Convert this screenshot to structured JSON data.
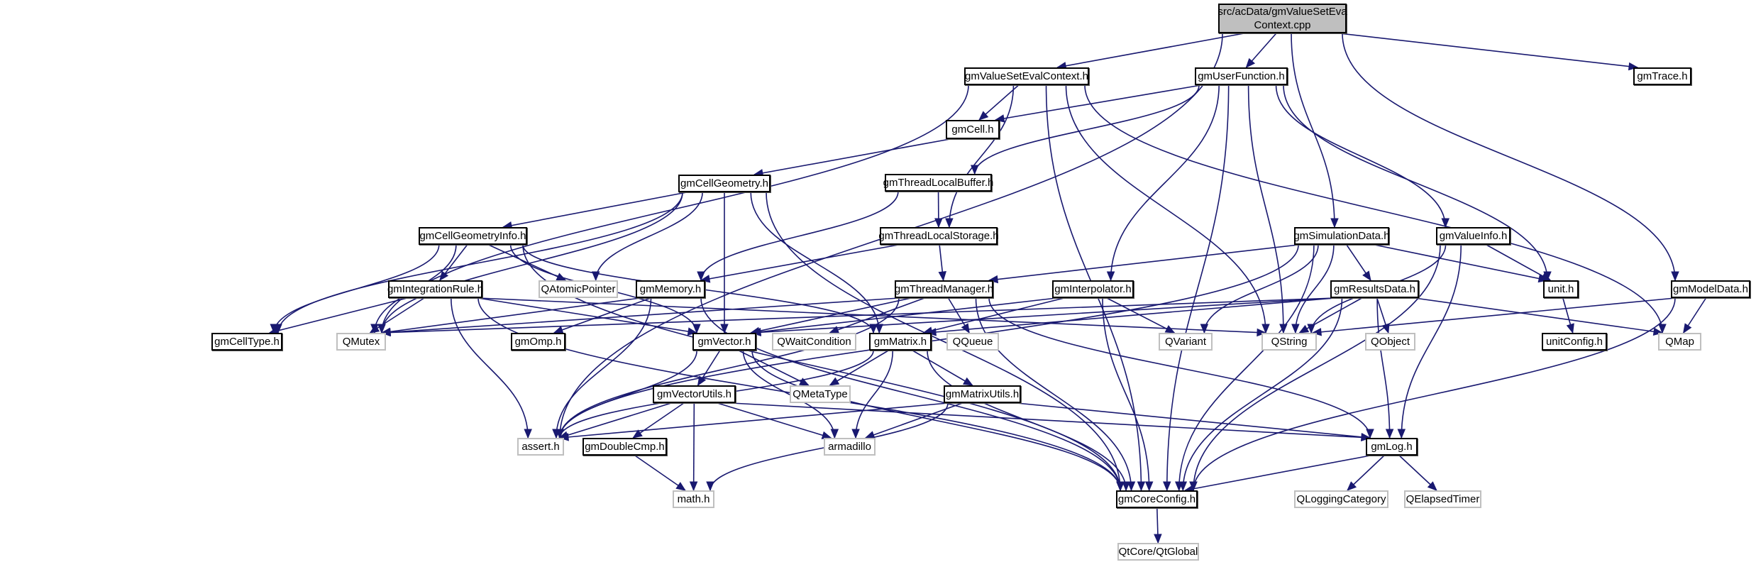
{
  "title": "src/acData/gmValueSetEvalContext.cpp include dependency graph",
  "colors": {
    "edge": "#191970",
    "root_fill": "#bfbfbf",
    "internal_border": "#000000",
    "external_border": "#bfbfbf"
  },
  "nodes": [
    {
      "id": "root",
      "label_line1": "src/acData/gmValueSetEva",
      "label_line2": "Context.cpp",
      "kind": "root"
    },
    {
      "id": "gmValueSetEvalContext",
      "label": "gmValueSetEvalContext.h",
      "kind": "internal"
    },
    {
      "id": "gmUserFunction",
      "label": "gmUserFunction.h",
      "kind": "internal"
    },
    {
      "id": "gmTrace",
      "label": "gmTrace.h",
      "kind": "internal"
    },
    {
      "id": "gmCell",
      "label": "gmCell.h",
      "kind": "internal"
    },
    {
      "id": "gmCellGeometry",
      "label": "gmCellGeometry.h",
      "kind": "internal"
    },
    {
      "id": "gmThreadLocalBuffer",
      "label": "gmThreadLocalBuffer.h",
      "kind": "internal"
    },
    {
      "id": "gmCellGeometryInfo",
      "label": "gmCellGeometryInfo.h",
      "kind": "internal"
    },
    {
      "id": "gmThreadLocalStorage",
      "label": "gmThreadLocalStorage.h",
      "kind": "internal"
    },
    {
      "id": "gmSimulationData",
      "label": "gmSimulationData.h",
      "kind": "internal"
    },
    {
      "id": "gmValueInfo",
      "label": "gmValueInfo.h",
      "kind": "internal"
    },
    {
      "id": "gmIntegrationRule",
      "label": "gmIntegrationRule.h",
      "kind": "internal"
    },
    {
      "id": "QAtomicPointer",
      "label": "QAtomicPointer",
      "kind": "external"
    },
    {
      "id": "gmMemory",
      "label": "gmMemory.h",
      "kind": "internal"
    },
    {
      "id": "gmThreadManager",
      "label": "gmThreadManager.h",
      "kind": "internal"
    },
    {
      "id": "gmInterpolator",
      "label": "gmInterpolator.h",
      "kind": "internal"
    },
    {
      "id": "gmResultsData",
      "label": "gmResultsData.h",
      "kind": "internal"
    },
    {
      "id": "unit",
      "label": "unit.h",
      "kind": "internal"
    },
    {
      "id": "gmModelData",
      "label": "gmModelData.h",
      "kind": "internal"
    },
    {
      "id": "gmCellType",
      "label": "gmCellType.h",
      "kind": "internal"
    },
    {
      "id": "QMutex",
      "label": "QMutex",
      "kind": "external"
    },
    {
      "id": "gmOmp",
      "label": "gmOmp.h",
      "kind": "internal"
    },
    {
      "id": "gmVector",
      "label": "gmVector.h",
      "kind": "internal"
    },
    {
      "id": "QWaitCondition",
      "label": "QWaitCondition",
      "kind": "external"
    },
    {
      "id": "gmMatrix",
      "label": "gmMatrix.h",
      "kind": "internal"
    },
    {
      "id": "QQueue",
      "label": "QQueue",
      "kind": "external"
    },
    {
      "id": "QVariant",
      "label": "QVariant",
      "kind": "external"
    },
    {
      "id": "QString",
      "label": "QString",
      "kind": "external"
    },
    {
      "id": "QObject",
      "label": "QObject",
      "kind": "external"
    },
    {
      "id": "unitConfig",
      "label": "unitConfig.h",
      "kind": "internal"
    },
    {
      "id": "QMap",
      "label": "QMap",
      "kind": "external"
    },
    {
      "id": "gmVectorUtils",
      "label": "gmVectorUtils.h",
      "kind": "internal"
    },
    {
      "id": "QMetaType",
      "label": "QMetaType",
      "kind": "external"
    },
    {
      "id": "gmMatrixUtils",
      "label": "gmMatrixUtils.h",
      "kind": "internal"
    },
    {
      "id": "assert",
      "label": "assert.h",
      "kind": "external"
    },
    {
      "id": "gmDoubleCmp",
      "label": "gmDoubleCmp.h",
      "kind": "internal"
    },
    {
      "id": "armadillo",
      "label": "armadillo",
      "kind": "external"
    },
    {
      "id": "gmLog",
      "label": "gmLog.h",
      "kind": "internal"
    },
    {
      "id": "math",
      "label": "math.h",
      "kind": "external"
    },
    {
      "id": "gmCoreConfig",
      "label": "gmCoreConfig.h",
      "kind": "internal"
    },
    {
      "id": "QLoggingCategory",
      "label": "QLoggingCategory",
      "kind": "external"
    },
    {
      "id": "QElapsedTimer",
      "label": "QElapsedTimer",
      "kind": "external"
    },
    {
      "id": "QtGlobal",
      "label": "QtCore/QtGlobal",
      "kind": "external"
    }
  ],
  "edges": [
    [
      "root",
      "gmValueSetEvalContext"
    ],
    [
      "root",
      "gmUserFunction"
    ],
    [
      "root",
      "gmTrace"
    ],
    [
      "root",
      "gmSimulationData"
    ],
    [
      "root",
      "gmModelData"
    ],
    [
      "root",
      "assert"
    ],
    [
      "gmValueSetEvalContext",
      "gmCell"
    ],
    [
      "gmValueSetEvalContext",
      "gmThreadLocalStorage"
    ],
    [
      "gmValueSetEvalContext",
      "QMutex"
    ],
    [
      "gmValueSetEvalContext",
      "QString"
    ],
    [
      "gmValueSetEvalContext",
      "QMap"
    ],
    [
      "gmValueSetEvalContext",
      "gmCoreConfig"
    ],
    [
      "gmUserFunction",
      "gmCell"
    ],
    [
      "gmUserFunction",
      "gmThreadLocalBuffer"
    ],
    [
      "gmUserFunction",
      "gmInterpolator"
    ],
    [
      "gmUserFunction",
      "QString"
    ],
    [
      "gmUserFunction",
      "gmValueInfo"
    ],
    [
      "gmUserFunction",
      "unit"
    ],
    [
      "gmUserFunction",
      "gmCoreConfig"
    ],
    [
      "gmCell",
      "gmCellGeometry"
    ],
    [
      "gmCellGeometry",
      "gmCellGeometryInfo"
    ],
    [
      "gmCellGeometry",
      "QAtomicPointer"
    ],
    [
      "gmCellGeometry",
      "gmVector"
    ],
    [
      "gmCellGeometry",
      "gmMatrix"
    ],
    [
      "gmCellGeometry",
      "gmCellType"
    ],
    [
      "gmCellGeometry",
      "QMutex"
    ],
    [
      "gmCellGeometry",
      "gmCoreConfig"
    ],
    [
      "gmThreadLocalBuffer",
      "gmThreadLocalStorage"
    ],
    [
      "gmThreadLocalBuffer",
      "gmMemory"
    ],
    [
      "gmThreadLocalStorage",
      "gmThreadManager"
    ],
    [
      "gmThreadLocalStorage",
      "gmMemory"
    ],
    [
      "gmCellGeometryInfo",
      "gmIntegrationRule"
    ],
    [
      "gmCellGeometryInfo",
      "QAtomicPointer"
    ],
    [
      "gmCellGeometryInfo",
      "gmCellType"
    ],
    [
      "gmCellGeometryInfo",
      "QMutex"
    ],
    [
      "gmCellGeometryInfo",
      "gmVector"
    ],
    [
      "gmCellGeometryInfo",
      "gmMatrix"
    ],
    [
      "gmCellGeometryInfo",
      "gmCoreConfig"
    ],
    [
      "gmIntegrationRule",
      "gmCellType"
    ],
    [
      "gmIntegrationRule",
      "QMutex"
    ],
    [
      "gmIntegrationRule",
      "gmVector"
    ],
    [
      "gmIntegrationRule",
      "QString"
    ],
    [
      "gmIntegrationRule",
      "assert"
    ],
    [
      "gmIntegrationRule",
      "gmCoreConfig"
    ],
    [
      "gmMemory",
      "gmOmp"
    ],
    [
      "gmMemory",
      "assert"
    ],
    [
      "gmMemory",
      "gmCoreConfig"
    ],
    [
      "gmMemory",
      "QMutex"
    ],
    [
      "gmThreadManager",
      "QWaitCondition"
    ],
    [
      "gmThreadManager",
      "QQueue"
    ],
    [
      "gmThreadManager",
      "QMutex"
    ],
    [
      "gmThreadManager",
      "gmVector"
    ],
    [
      "gmThreadManager",
      "assert"
    ],
    [
      "gmThreadManager",
      "gmLog"
    ],
    [
      "gmThreadManager",
      "gmCoreConfig"
    ],
    [
      "gmInterpolator",
      "gmVector"
    ],
    [
      "gmInterpolator",
      "gmMatrix"
    ],
    [
      "gmInterpolator",
      "QVariant"
    ],
    [
      "gmInterpolator",
      "gmCoreConfig"
    ],
    [
      "gmSimulationData",
      "gmThreadManager"
    ],
    [
      "gmSimulationData",
      "gmResultsData"
    ],
    [
      "gmSimulationData",
      "QString"
    ],
    [
      "gmSimulationData",
      "QVariant"
    ],
    [
      "gmSimulationData",
      "unit"
    ],
    [
      "gmSimulationData",
      "assert"
    ],
    [
      "gmSimulationData",
      "gmCoreConfig"
    ],
    [
      "gmValueInfo",
      "unit"
    ],
    [
      "gmValueInfo",
      "QString"
    ],
    [
      "gmValueInfo",
      "gmLog"
    ],
    [
      "gmValueInfo",
      "gmCoreConfig"
    ],
    [
      "gmResultsData",
      "QString"
    ],
    [
      "gmResultsData",
      "QObject"
    ],
    [
      "gmResultsData",
      "QMap"
    ],
    [
      "gmResultsData",
      "gmLog"
    ],
    [
      "gmResultsData",
      "gmVector"
    ],
    [
      "gmResultsData",
      "gmMatrix"
    ],
    [
      "gmResultsData",
      "QMutex"
    ],
    [
      "gmResultsData",
      "gmCoreConfig"
    ],
    [
      "unit",
      "unitConfig"
    ],
    [
      "gmModelData",
      "QString"
    ],
    [
      "gmModelData",
      "QMap"
    ],
    [
      "gmModelData",
      "gmCoreConfig"
    ],
    [
      "gmVector",
      "gmVectorUtils"
    ],
    [
      "gmVector",
      "QMetaType"
    ],
    [
      "gmVector",
      "armadillo"
    ],
    [
      "gmVector",
      "assert"
    ],
    [
      "gmVector",
      "gmCoreConfig"
    ],
    [
      "gmMatrix",
      "QMetaType"
    ],
    [
      "gmMatrix",
      "gmMatrixUtils"
    ],
    [
      "gmMatrix",
      "armadillo"
    ],
    [
      "gmMatrix",
      "assert"
    ],
    [
      "gmMatrix",
      "gmCoreConfig"
    ],
    [
      "gmVectorUtils",
      "assert"
    ],
    [
      "gmVectorUtils",
      "gmDoubleCmp"
    ],
    [
      "gmVectorUtils",
      "math"
    ],
    [
      "gmVectorUtils",
      "armadillo"
    ],
    [
      "gmVectorUtils",
      "gmLog"
    ],
    [
      "gmMatrixUtils",
      "assert"
    ],
    [
      "gmMatrixUtils",
      "armadillo"
    ],
    [
      "gmMatrixUtils",
      "math"
    ],
    [
      "gmMatrixUtils",
      "gmLog"
    ],
    [
      "gmDoubleCmp",
      "math"
    ],
    [
      "gmLog",
      "gmCoreConfig"
    ],
    [
      "gmLog",
      "QLoggingCategory"
    ],
    [
      "gmLog",
      "QElapsedTimer"
    ],
    [
      "gmCoreConfig",
      "QtGlobal"
    ]
  ]
}
